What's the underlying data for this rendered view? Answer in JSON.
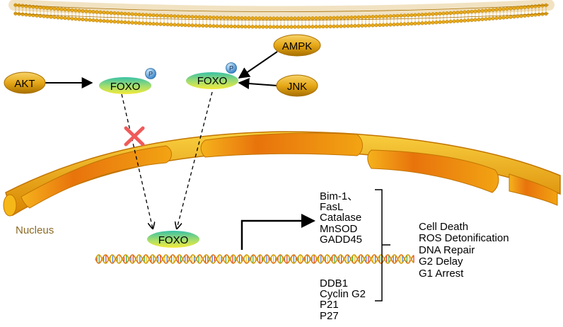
{
  "labels": {
    "akt": "AKT",
    "foxo": "FOXO",
    "phospho": "P",
    "ampk": "AMPK",
    "jnk": "JNK",
    "nucleus": "Nucleus"
  },
  "target_genes": {
    "group1": [
      "Bim-1、",
      "FasL",
      "Catalase",
      "MnSOD",
      "GADD45"
    ],
    "group2": [
      "DDB1",
      "Cyclin G2",
      "P21",
      "P27"
    ]
  },
  "outcomes": [
    "Cell Death",
    "ROS Detonification",
    "DNA Repair",
    "G2 Delay",
    "G1 Arrest"
  ],
  "colors": {
    "kinase_gold": "#e6a817",
    "kinase_dark": "#a86f00",
    "foxo_green": "#4cc9a0",
    "foxo_yellow": "#ece64a",
    "phospho_blue": "#4f9fd8",
    "nucleus_text": "#8b6a22",
    "membrane_orange": "#e8790e",
    "membrane_yellow": "#f6b818",
    "block_x": "#f05a5a"
  }
}
